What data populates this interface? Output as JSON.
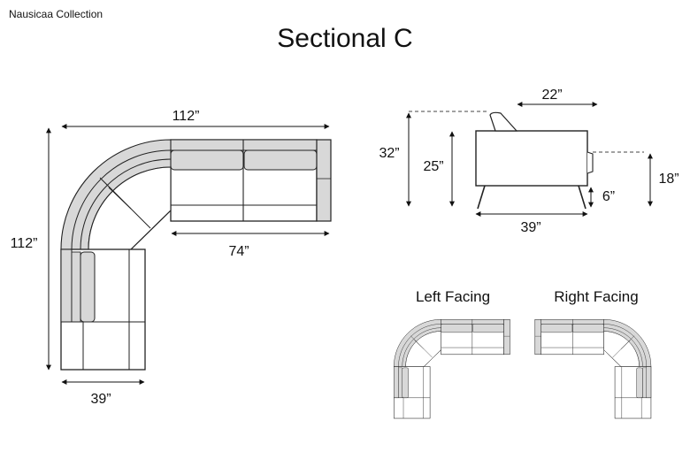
{
  "brand": "Nausicaa Collection",
  "title": "Sectional C",
  "top_view": {
    "width_top": "112”",
    "height_left": "112”",
    "inner_length": "74”",
    "depth_bottom": "39”"
  },
  "side_view": {
    "seat_depth": "22”",
    "back_height": "32”",
    "arm_height": "25”",
    "seat_height": "18”",
    "leg_height": "6”",
    "depth": "39”"
  },
  "variants": {
    "left_label": "Left Facing",
    "right_label": "Right Facing"
  },
  "colors": {
    "line": "#222222",
    "cushion_fill": "#d8d8d8",
    "dash": "#444444"
  }
}
